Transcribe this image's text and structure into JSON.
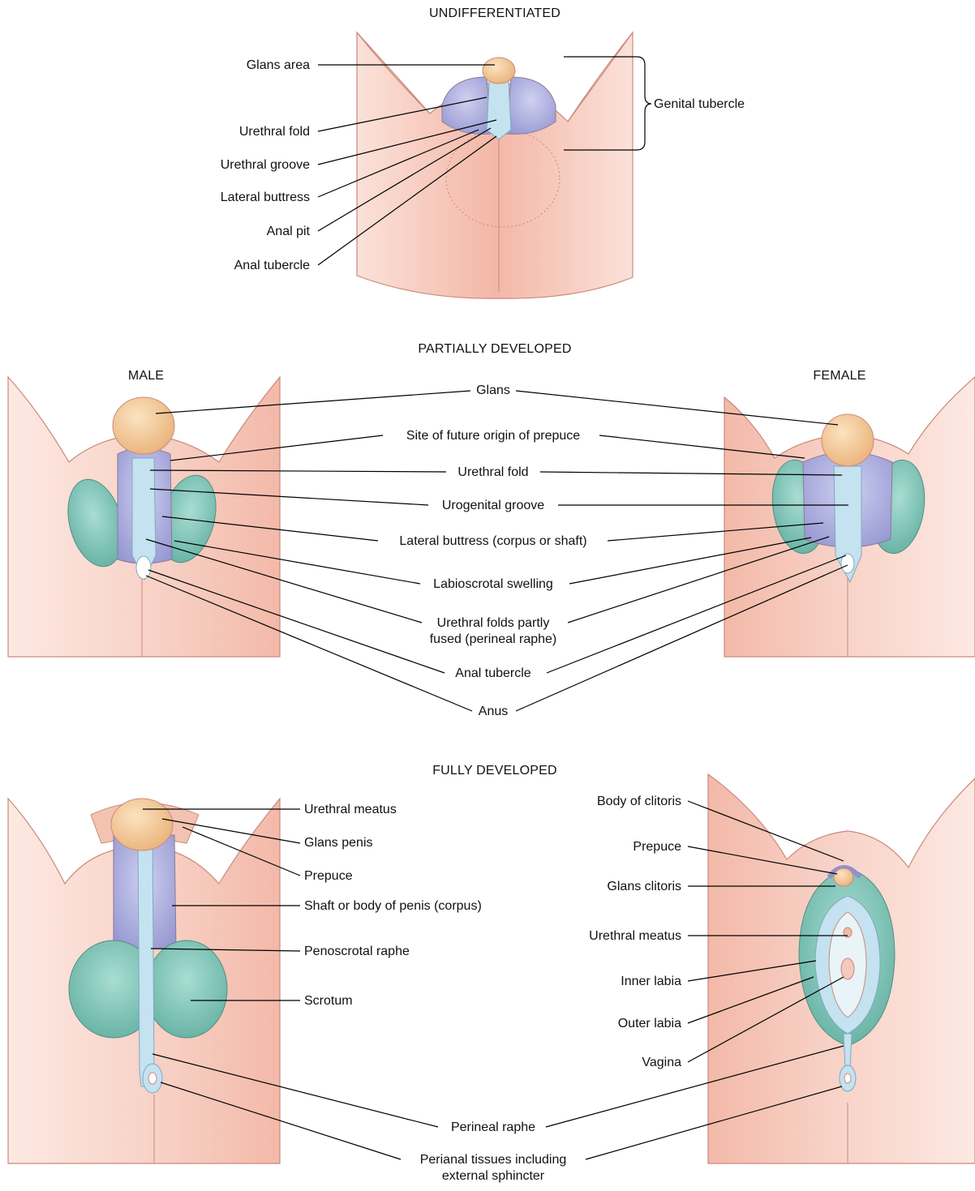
{
  "headings": {
    "undifferentiated": "UNDIFFERENTIATED",
    "partially": "PARTIALLY DEVELOPED",
    "male": "MALE",
    "female": "FEMALE",
    "fully": "FULLY DEVELOPED"
  },
  "undifferentiated": {
    "glans_area": "Glans area",
    "urethral_fold": "Urethral fold",
    "urethral_groove": "Urethral groove",
    "lateral_buttress": "Lateral buttress",
    "anal_pit": "Anal pit",
    "anal_tubercle": "Anal tubercle",
    "genital_tubercle": "Genital tubercle"
  },
  "partial": {
    "glans": "Glans",
    "prepuce_site": "Site of future origin of prepuce",
    "urethral_fold": "Urethral fold",
    "urogenital_groove": "Urogenital groove",
    "lateral_buttress": "Lateral buttress (corpus or shaft)",
    "labioscrotal": "Labioscrotal swelling",
    "folds_fused_1": "Urethral folds partly",
    "folds_fused_2": "fused (perineal raphe)",
    "anal_tubercle": "Anal tubercle",
    "anus": "Anus"
  },
  "male_full": {
    "urethral_meatus": "Urethral meatus",
    "glans_penis": "Glans penis",
    "prepuce": "Prepuce",
    "shaft": "Shaft or body of penis (corpus)",
    "penoscrotal": "Penoscrotal raphe",
    "scrotum": "Scrotum"
  },
  "female_full": {
    "body_clitoris": "Body of clitoris",
    "prepuce": "Prepuce",
    "glans_clitoris": "Glans clitoris",
    "urethral_meatus": "Urethral meatus",
    "inner_labia": "Inner labia",
    "outer_labia": "Outer labia",
    "vagina": "Vagina"
  },
  "shared_full": {
    "perineal_raphe": "Perineal raphe",
    "perianal_1": "Perianal tissues including",
    "perianal_2": "external sphincter"
  },
  "colors": {
    "skin": "#f5c2b4",
    "skin_edge": "#c98a7a",
    "lavender": "#b3b4e0",
    "teal": "#7fc3b7",
    "light_blue": "#c4e2ef",
    "glans": "#f2c58f",
    "line": "#000000"
  }
}
